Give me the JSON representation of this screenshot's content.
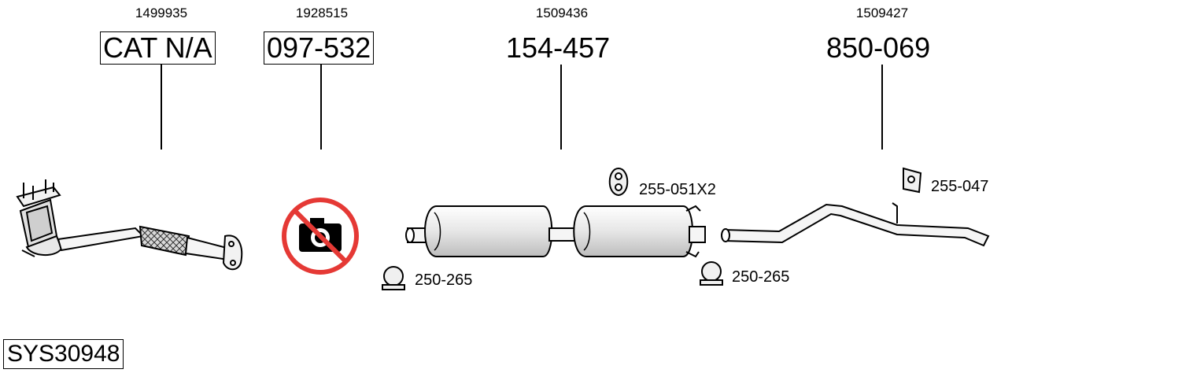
{
  "parts": [
    {
      "ref": "1499935",
      "code": "CAT N/A",
      "boxed": true
    },
    {
      "ref": "1928515",
      "code": "097-532",
      "boxed": true
    },
    {
      "ref": "1509436",
      "code": "154-457",
      "boxed": false
    },
    {
      "ref": "1509427",
      "code": "850-069",
      "boxed": false
    }
  ],
  "accessories": {
    "clamp_front": "250-265",
    "hanger_mid": "255-051X2",
    "clamp_rear": "250-265",
    "hanger_rear": "255-047"
  },
  "system_code": "SYS30948",
  "colors": {
    "no_photo": "#e53935",
    "line": "#000000",
    "part_fill": "#e6e6e6"
  }
}
